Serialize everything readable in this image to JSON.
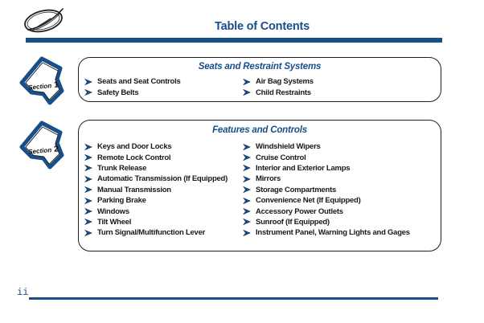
{
  "page": {
    "title": "Table of Contents",
    "page_number": "ii"
  },
  "colors": {
    "accent_blue": "#174f8a",
    "text_black": "#191919"
  },
  "logo": {
    "name": "oldsmobile-rocket-logo"
  },
  "sections": [
    {
      "badge_word": "Section",
      "badge_number": "1",
      "title": "Seats and Restraint Systems",
      "columns": {
        "left": [
          "Seats and Seat Controls",
          "Safety Belts"
        ],
        "right": [
          "Air Bag Systems",
          "Child Restraints"
        ]
      }
    },
    {
      "badge_word": "Section",
      "badge_number": "2",
      "title": "Features and Controls",
      "columns": {
        "left": [
          "Keys and Door Locks",
          "Remote Lock Control",
          "Trunk Release",
          "Automatic Transmission (If Equipped)",
          "Manual Transmission",
          "Parking Brake",
          "Windows",
          "Tilt Wheel",
          "Turn Signal/Multifunction Lever"
        ],
        "right": [
          "Windshield Wipers",
          "Cruise Control",
          "Interior and Exterior Lamps",
          "Mirrors",
          "Storage Compartments",
          "Convenience Net (If Equipped)",
          "Accessory Power Outlets",
          "Sunroof (If Equipped)",
          "Instrument Panel, Warning Lights and Gages"
        ]
      }
    }
  ]
}
